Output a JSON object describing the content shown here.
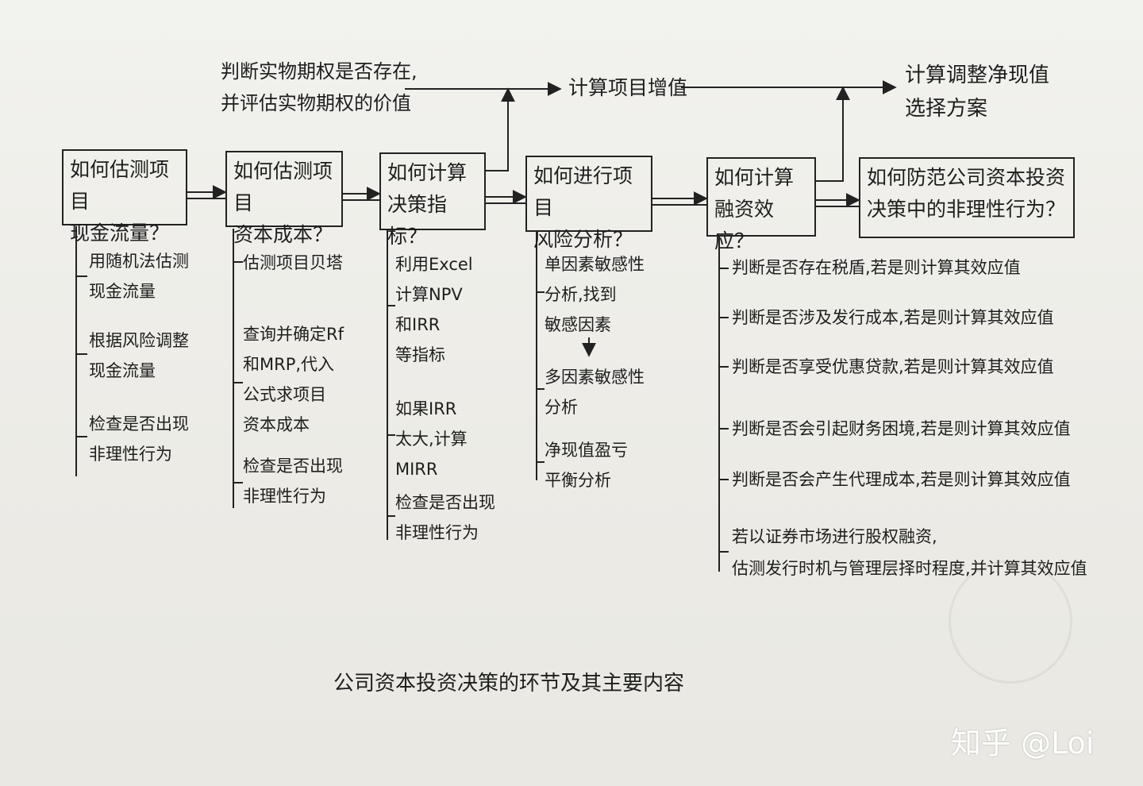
{
  "title": "公司资本投资决策的环节及其主要内容",
  "top": {
    "real_option": "判断实物期权是否存在,\n并评估实物期权的价值",
    "calc_apv": "计算项目增值",
    "calc_adj_npv": "计算调整净现值\n选择方案"
  },
  "stages": [
    {
      "label": "如何估测项目\n现金流量？",
      "items": [
        "用随机法估测\n现金流量",
        "根据风险调整\n现金流量",
        "检查是否出现\n非理性行为"
      ]
    },
    {
      "label": "如何估测项目\n资本成本？",
      "items": [
        "估测项目贝塔",
        "查询并确定Rf\n和MRP,代入\n公式求项目\n资本成本",
        "检查是否出现\n非理性行为"
      ]
    },
    {
      "label": "如何计算\n决策指标？",
      "items": [
        "利用Excel\n计算NPV\n和IRR\n等指标",
        "如果IRR\n太大,计算\nMIRR",
        "检查是否出现\n非理性行为"
      ]
    },
    {
      "label": "如何进行项目\n风险分析？",
      "items": [
        "单因素敏感性\n分析,找到\n敏感因素",
        "多因素敏感性\n分析",
        "净现值盈亏\n平衡分析"
      ]
    },
    {
      "label": "如何计算\n融资效应？",
      "items": [
        "判断是否存在税盾,若是则计算其效应值",
        "判断是否涉及发行成本,若是则计算其效应值",
        "判断是否享受优惠贷款,若是则计算其效应值",
        "判断是否会引起财务困境,若是则计算其效应值",
        "判断是否会产生代理成本,若是则计算其效应值",
        "若以证券市场进行股权融资,\n估测发行时机与管理层择时程度,并计算其效应值"
      ]
    },
    {
      "label": "如何防范公司资本投资\n决策中的非理性行为？",
      "items": []
    }
  ],
  "watermark": "知乎 @Loi",
  "colors": {
    "ink": "#1e1e1e",
    "paper": "#efefeb"
  }
}
